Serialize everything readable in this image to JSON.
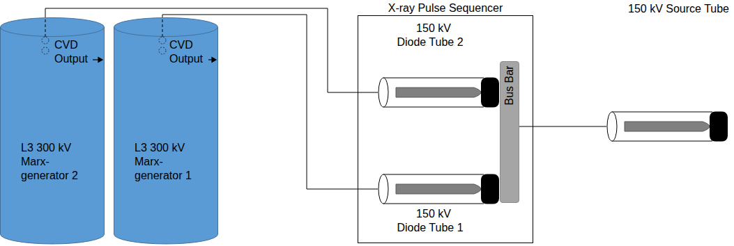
{
  "diagram": {
    "nodes": [
      {
        "text": [
          "L3 300 kV Marx-generator 2",
          "CVD Output"
        ]
      },
      {
        "text": [
          "L3 300 kV Marx-generator 1",
          "CVD Output"
        ]
      },
      {
        "text": [
          "X-ray Pulse Sequencer"
        ]
      },
      {
        "text": [
          "150 kV Diode Tube 2"
        ],
        "in": 2
      },
      {
        "text": [
          "150 kV Diode Tube 1"
        ],
        "in": 2
      },
      {
        "text": [
          "Bus Bar"
        ],
        "in": 2
      },
      {
        "text": [
          "150 kV Source Tube"
        ]
      }
    ],
    "edges": [
      {
        "from": 0,
        "to": 3,
        "arrow": "none"
      },
      {
        "from": 1,
        "to": 4,
        "arrow": "none"
      },
      {
        "from": 5,
        "to": 6,
        "arrow": "none"
      }
    ]
  }
}
